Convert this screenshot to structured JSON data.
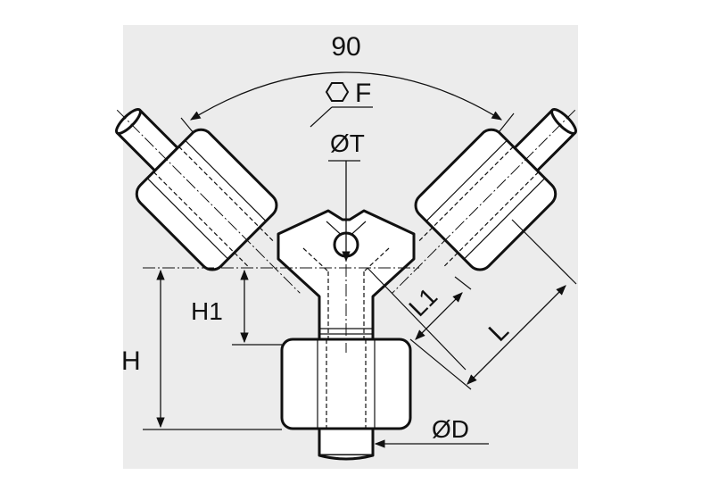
{
  "labels": {
    "angle": "90",
    "hex": "F",
    "thread_diameter": "ØT",
    "height_total": "H",
    "height_inner": "H1",
    "length_inner": "L1",
    "length_total": "L",
    "tube_diameter": "ØD"
  },
  "colors": {
    "background": "#ececec",
    "line": "#111111",
    "part_fill": "#ffffff"
  }
}
